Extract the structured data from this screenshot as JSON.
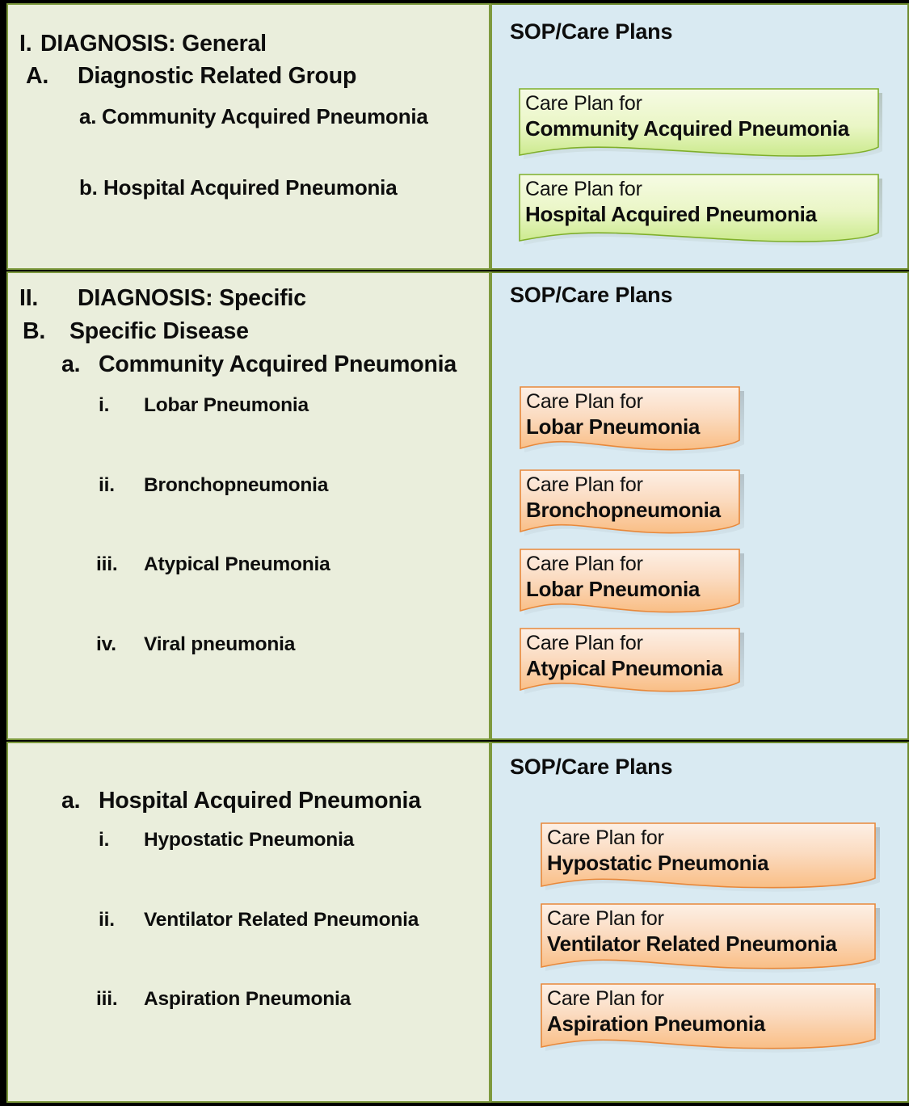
{
  "colors": {
    "frame": "#000000",
    "left_panel_bg": "#EAEEDC",
    "left_panel_border": "#7E9A3E",
    "right_panel_bg": "#D9EAF2",
    "right_panel_border": "#6E8B2E",
    "green_card_fill_top": "#F4FADF",
    "green_card_fill_bottom": "#C9E98B",
    "green_card_border": "#7FAF2B",
    "orange_card_fill_top": "#FDEDE0",
    "orange_card_fill_bottom": "#F8B878",
    "orange_card_border": "#E8883A",
    "text": "#0D0D0D"
  },
  "sections": [
    {
      "id": "general",
      "left": {
        "lines": [
          {
            "marker": "I.",
            "text": "DIAGNOSIS: General"
          },
          {
            "marker": "A.",
            "text": "Diagnostic Related Group"
          },
          {
            "marker": "a.",
            "text": "Community Acquired Pneumonia"
          },
          {
            "marker": "b.",
            "text": "Hospital Acquired Pneumonia"
          }
        ]
      },
      "right": {
        "title": "SOP/Care Plans",
        "cards": [
          {
            "line1": "Care Plan for",
            "line2": "Community Acquired Pneumonia"
          },
          {
            "line1": "Care Plan for",
            "line2": "Hospital Acquired Pneumonia"
          }
        ]
      }
    },
    {
      "id": "specific",
      "left": {
        "lines": [
          {
            "marker": "II.",
            "text": "DIAGNOSIS: Specific"
          },
          {
            "marker": "B.",
            "text": "Specific Disease"
          },
          {
            "marker": "a.",
            "text": "Community Acquired Pneumonia"
          },
          {
            "marker": "i.",
            "text": "Lobar Pneumonia"
          },
          {
            "marker": "ii.",
            "text": "Bronchopneumonia"
          },
          {
            "marker": "iii.",
            "text": "Atypical Pneumonia"
          },
          {
            "marker": "iv.",
            "text": "Viral pneumonia"
          }
        ]
      },
      "right": {
        "title": "SOP/Care Plans",
        "cards": [
          {
            "line1": "Care Plan for",
            "line2": "Lobar Pneumonia"
          },
          {
            "line1": "Care Plan for",
            "line2": "Bronchopneumonia"
          },
          {
            "line1": "Care Plan for",
            "line2": "Lobar Pneumonia"
          },
          {
            "line1": "Care Plan for",
            "line2": "Atypical Pneumonia"
          }
        ]
      }
    },
    {
      "id": "hospital-acquired",
      "left": {
        "lines": [
          {
            "marker": "a.",
            "text": "Hospital Acquired Pneumonia"
          },
          {
            "marker": "i.",
            "text": "Hypostatic Pneumonia"
          },
          {
            "marker": "ii.",
            "text": "Ventilator Related Pneumonia"
          },
          {
            "marker": "iii.",
            "text": "Aspiration Pneumonia"
          }
        ]
      },
      "right": {
        "title": "SOP/Care Plans",
        "cards": [
          {
            "line1": "Care Plan for",
            "line2": "Hypostatic Pneumonia"
          },
          {
            "line1": "Care Plan for",
            "line2": "Ventilator Related Pneumonia"
          },
          {
            "line1": "Care Plan for",
            "line2": "Aspiration Pneumonia"
          }
        ]
      }
    }
  ]
}
